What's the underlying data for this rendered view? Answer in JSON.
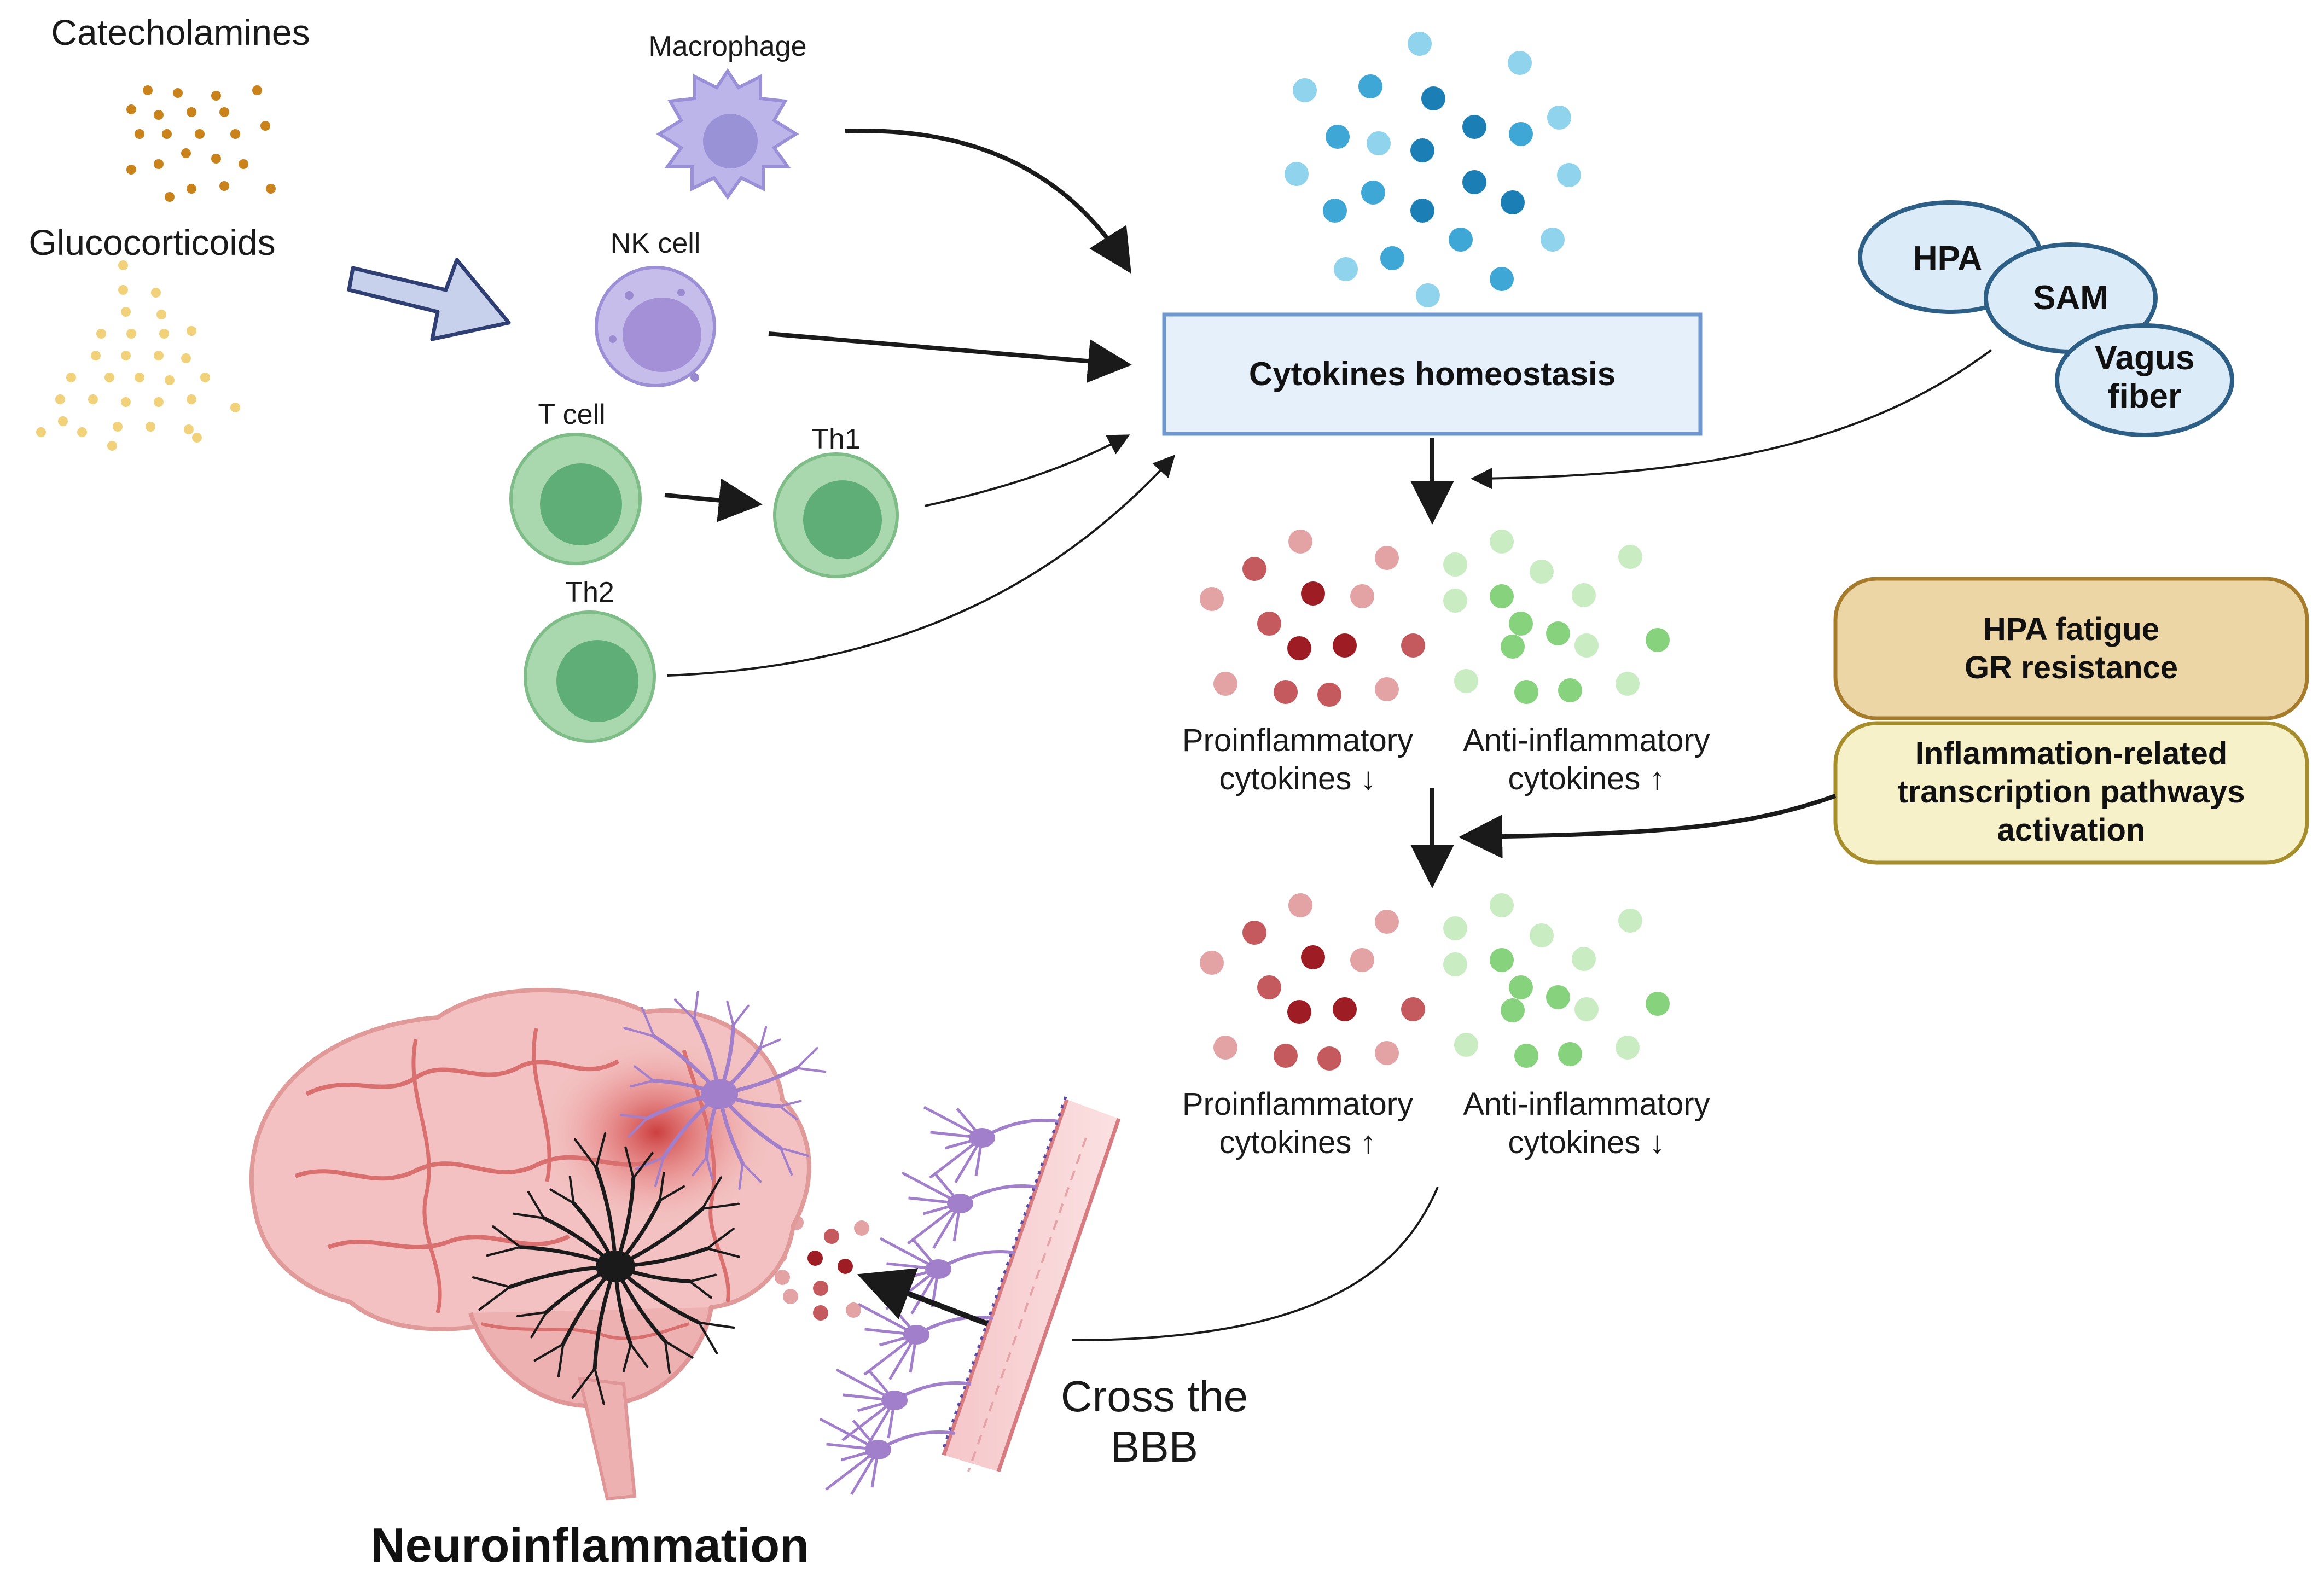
{
  "labels": {
    "catecholamines": "Catecholamines",
    "glucocorticoids": "Glucocorticoids",
    "macrophage": "Macrophage",
    "nk_cell": "NK cell",
    "t_cell": "T cell",
    "th1": "Th1",
    "th2": "Th2",
    "cytokines_homeostasis": "Cytokines homeostasis",
    "hpa": "HPA",
    "sam": "SAM",
    "vagus_line1": "Vagus",
    "vagus_line2": "fiber",
    "state1": {
      "pro_line1": "Proinflammatory",
      "pro_line2": "cytokines ↓",
      "anti_line1": "Anti-inflammatory",
      "anti_line2": "cytokines ↑"
    },
    "state2": {
      "pro_line1": "Proinflammatory",
      "pro_line2": "cytokines ↑",
      "anti_line1": "Anti-inflammatory",
      "anti_line2": "cytokines ↓"
    },
    "hpa_fatigue_line1": "HPA fatigue",
    "hpa_fatigue_line2": "GR resistance",
    "inflam_line1": "Inflammation-related",
    "inflam_line2": "transcription pathways",
    "inflam_line3": "activation",
    "cross_line1": "Cross the",
    "cross_line2": "BBB",
    "neuroinflammation": "Neuroinflammation"
  },
  "colors": {
    "cytokine_light": "#8fd3ec",
    "cytokine_mid": "#3fa7d6",
    "cytokine_dark": "#1b7fb5",
    "pro_light": "#e3a3a5",
    "pro_mid": "#c55a5e",
    "pro_dark": "#9e1c24",
    "anti_light": "#c9ecc2",
    "anti_mid": "#86d27d",
    "anti_dark": "#3ea53a",
    "homeostasis_box_fill": "#e6f0fb",
    "homeostasis_box_stroke": "#6f98cf",
    "hpa_ellipse_fill": "#dcebf8",
    "hpa_ellipse_stroke": "#2d5f86",
    "hpa_fatigue_fill": "#ecd6a6",
    "hpa_fatigue_stroke": "#a67c2c",
    "inflam_fill": "#f6f1c8",
    "inflam_stroke": "#a58e2b",
    "t_cell": "#a9d7ae",
    "t_cell_nucleus": "#5fae77",
    "macrophage": "#bcb5ea",
    "nk_cell": "#c1b5e8",
    "brain": "#f0b7b7",
    "neuron_purple": "#a27fcb",
    "neuron_black": "#1a1a1a"
  }
}
